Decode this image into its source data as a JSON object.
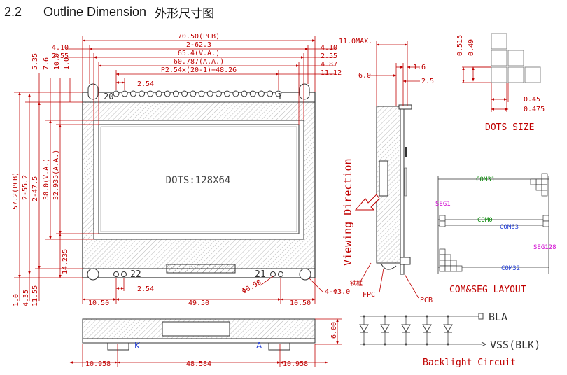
{
  "header": {
    "section_number": "2.2",
    "title": "Outline Dimension",
    "title_zh": "外形尺寸图"
  },
  "front_view": {
    "horizontal_dims": [
      "70.50(PCB)",
      "2-62.3",
      "65.4(V.A.)",
      "60.787(A.A.)",
      "P2.54x(20-1)=48.26",
      "2.54"
    ],
    "left_labels": [
      "4.10",
      "2.55"
    ],
    "right_labels": [
      "4.10",
      "2.55",
      "4.87",
      "11.12"
    ],
    "vertical_dims": [
      "5.35",
      "7.6",
      "10.0",
      "1.0",
      "57.2(PCB)",
      "2-55.2",
      "2-47.5",
      "38.0(V.A.)",
      "32.935(A.A.)",
      "14.235"
    ],
    "bottom_vertical_dims": [
      "1.0",
      "4.35",
      "11.55"
    ],
    "pin_labels": {
      "p20": "20",
      "p1": "1",
      "p22": "22",
      "p21": "21"
    },
    "center_text": "DOTS:128X64",
    "bottom_dims": [
      "10.50",
      "49.50",
      "10.50",
      "2.54"
    ],
    "hole_dims": [
      "Φ0.90",
      "4-Φ3.0"
    ]
  },
  "side_view": {
    "dims": [
      "11.0MAX.",
      "1.6",
      "6.0",
      "2.5"
    ],
    "viewing_direction": "Viewing Direction",
    "labels": {
      "zh": "铁框",
      "fpc": "FPC",
      "pcb": "PCB"
    }
  },
  "dots_size": {
    "title": "DOTS SIZE",
    "dims": [
      "0.515",
      "0.49",
      "0.45",
      "0.475"
    ]
  },
  "layout": {
    "title": "COM&SEG LAYOUT",
    "labels": {
      "com31": "COM31",
      "seg1": "SEG1",
      "com0": "COM0",
      "com63": "COM63",
      "seg128": "SEG128",
      "com32": "COM32"
    }
  },
  "bottom_view": {
    "dims": [
      "10.958",
      "48.584",
      "10.958",
      "6.00"
    ],
    "k_label": "K",
    "a_label": "A"
  },
  "backlight": {
    "title": "Backlight Circuit",
    "bla": "BLA",
    "vss": "VSS(BLK)",
    "led_count": 5
  },
  "colors": {
    "dimension": "#c00000",
    "body_outline": "#333333",
    "blue": "#1f3bd6",
    "magenta": "#d000d0",
    "green": "#0a8a0a"
  }
}
